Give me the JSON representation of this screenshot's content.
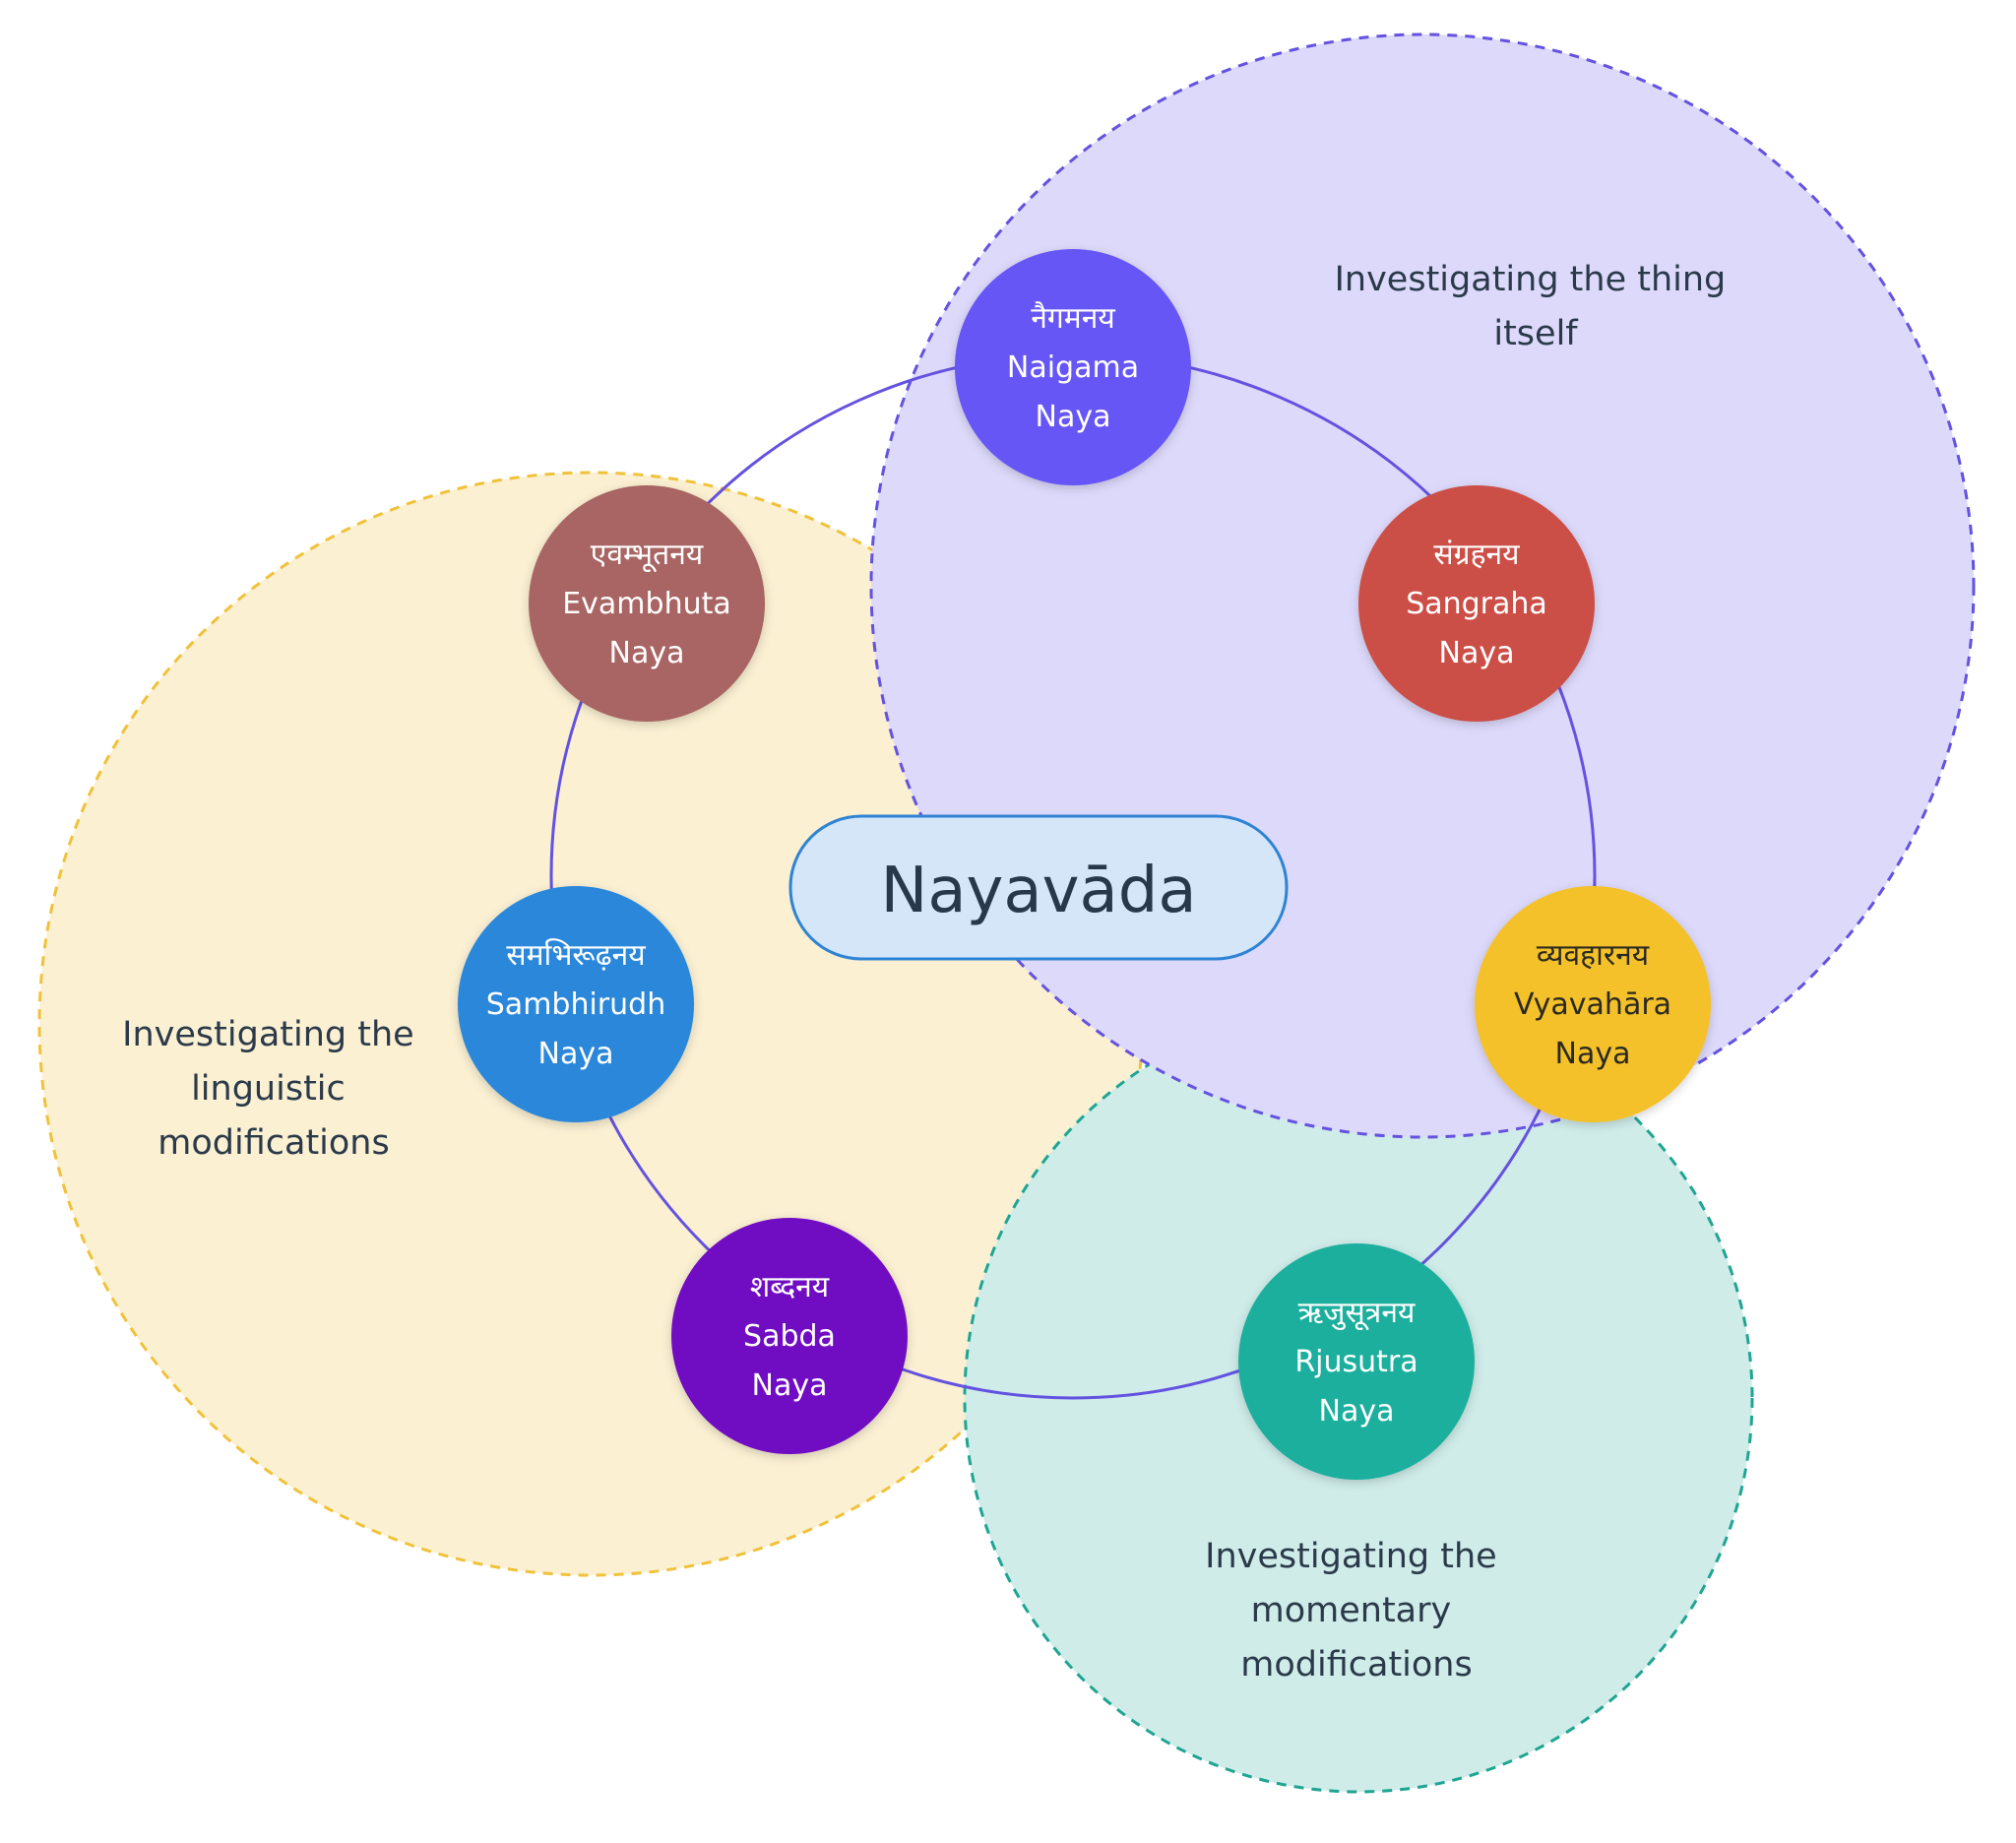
{
  "diagram": {
    "center_label": "Nayavāda",
    "regions": [
      {
        "id": "thing",
        "lines": [
          "Investigating the thing",
          "itself"
        ],
        "fill": "#ddd9fb",
        "stroke": "#6452e0"
      },
      {
        "id": "linguistic",
        "lines": [
          "Investigating the",
          "linguistic",
          "modifications"
        ],
        "fill": "#fbf0d2",
        "stroke": "#f0c23a"
      },
      {
        "id": "momentary",
        "lines": [
          "Investigating the",
          "momentary",
          "modifications"
        ],
        "fill": "#cfece9",
        "stroke": "#1fa592"
      }
    ],
    "nodes": [
      {
        "id": "naigama",
        "devanagari": "नैगमनय",
        "name": "Naigama",
        "suffix": "Naya",
        "color": "#6657f5"
      },
      {
        "id": "sangraha",
        "devanagari": "संग्रहनय",
        "name": "Sangraha",
        "suffix": "Naya",
        "color": "#cc4f47"
      },
      {
        "id": "vyavahara",
        "devanagari": "व्यवहारनय",
        "name": "Vyavahāra",
        "suffix": "Naya",
        "color": "#f4c12a"
      },
      {
        "id": "rjusutra",
        "devanagari": "ऋजुसूत्रनय",
        "name": "Rjusutra",
        "suffix": "Naya",
        "color": "#1baf9d"
      },
      {
        "id": "sabda",
        "devanagari": "शब्दनय",
        "name": "Sabda",
        "suffix": "Naya",
        "color": "#6f10c2"
      },
      {
        "id": "sambhirudh",
        "devanagari": "समभिरूढ़नय",
        "name": "Sambhirudh",
        "suffix": "Naya",
        "color": "#2b87da"
      },
      {
        "id": "evambhuta",
        "devanagari": "एवम्भूतनय",
        "name": "Evambhuta",
        "suffix": "Naya",
        "color": "#a86563"
      }
    ],
    "ring_color": "#6452e0",
    "center_fill": "#d4e6f8",
    "center_stroke": "#2f83d4"
  }
}
